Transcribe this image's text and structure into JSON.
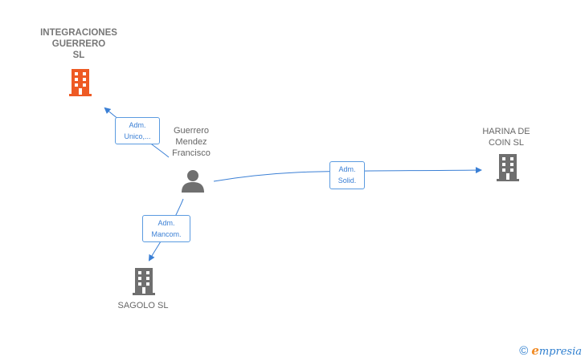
{
  "nodes": {
    "integraciones": {
      "label": "INTEGRACIONES\nGUERRERO\nSL",
      "color": "#ee5a24"
    },
    "harina": {
      "label": "HARINA DE\nCOIN  SL",
      "color": "#6f6f6f"
    },
    "sagolo": {
      "label": "SAGOLO  SL",
      "color": "#6f6f6f"
    },
    "person": {
      "label": "Guerrero\nMendez\nFrancisco",
      "color": "#6f6f6f"
    }
  },
  "edges": {
    "to_integraciones": {
      "label": "Adm.\nUnico,..."
    },
    "to_harina": {
      "label": "Adm.\nSolid."
    },
    "to_sagolo": {
      "label": "Adm.\nMancom."
    }
  },
  "colors": {
    "edge": "#3a7fd5",
    "accent": "#ee5a24",
    "node": "#6f6f6f"
  },
  "footer": {
    "copyright": "©",
    "brand_e": "e",
    "brand_rest": "mpresia"
  }
}
